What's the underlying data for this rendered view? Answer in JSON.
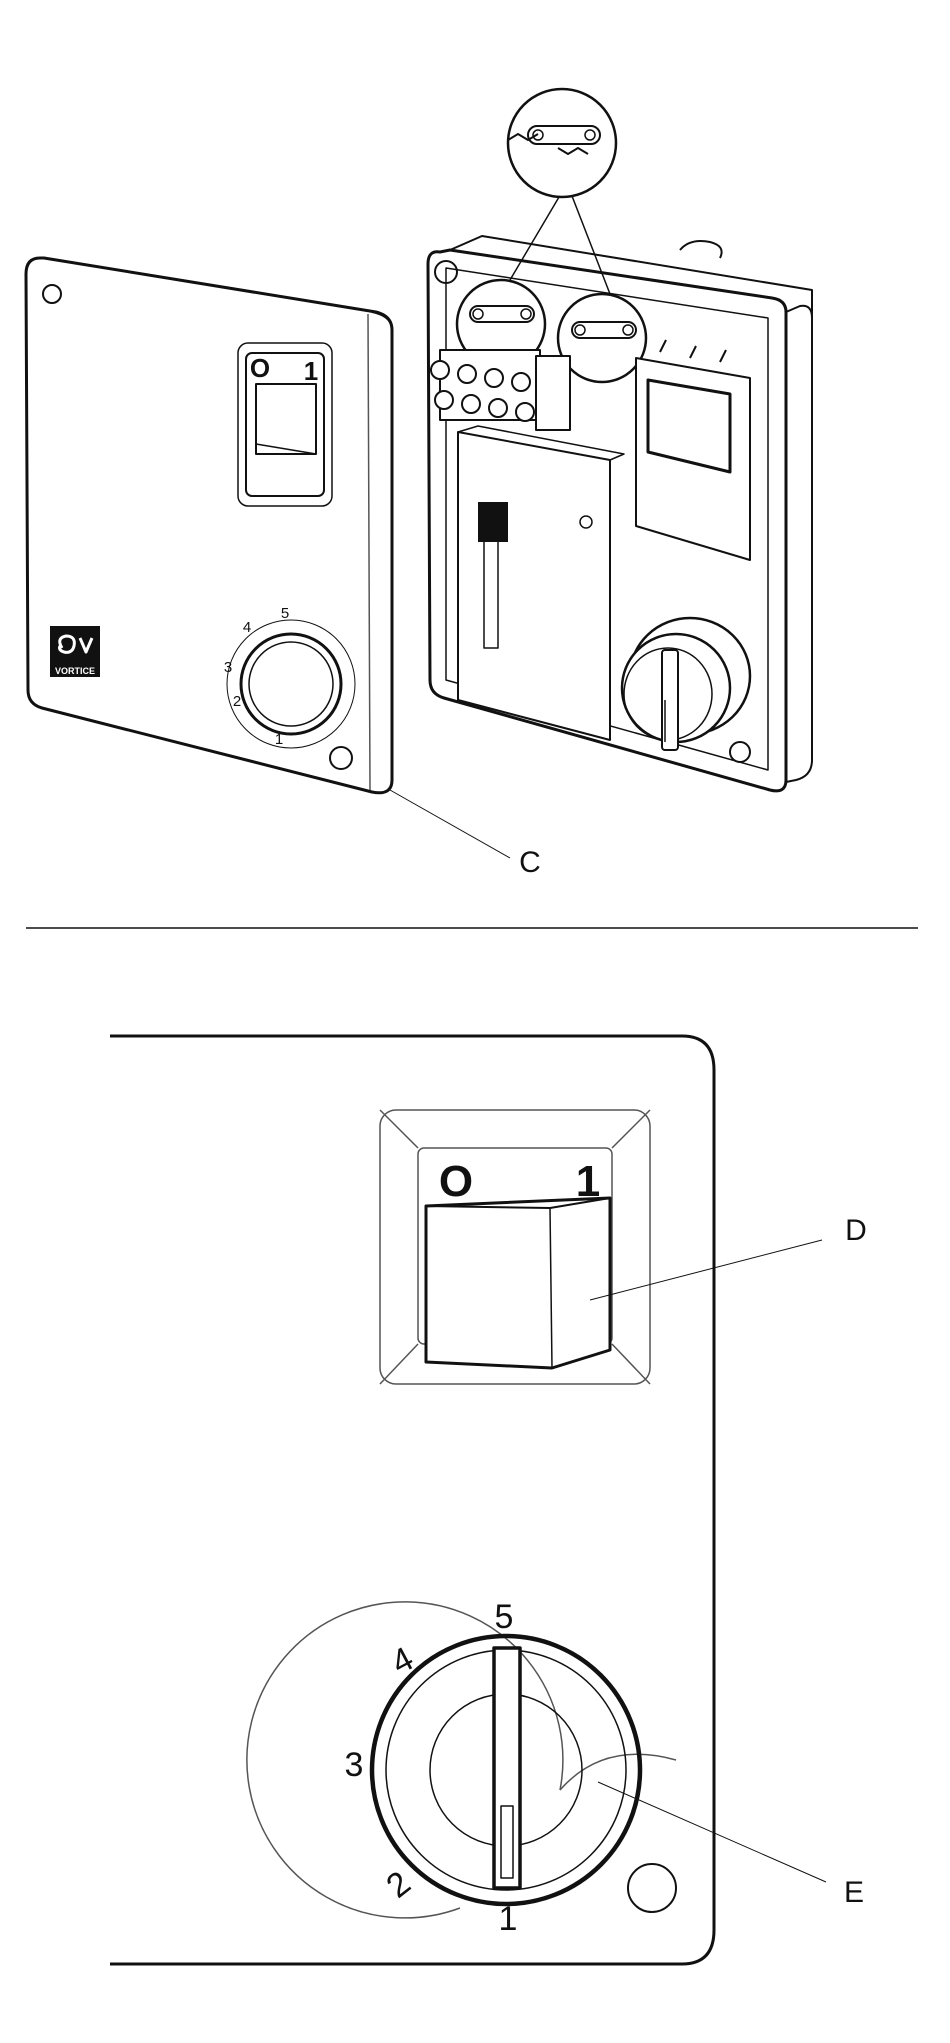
{
  "figure": {
    "callouts": {
      "c": "C",
      "d": "D",
      "e": "E"
    },
    "switch_marks": {
      "off": "O",
      "on": "1"
    },
    "dial_marks": [
      "1",
      "2",
      "3",
      "4",
      "5"
    ],
    "brand": "VORTICE"
  },
  "colors": {
    "ink": "#111111",
    "paper": "#ffffff",
    "fine_line": "#555555"
  }
}
